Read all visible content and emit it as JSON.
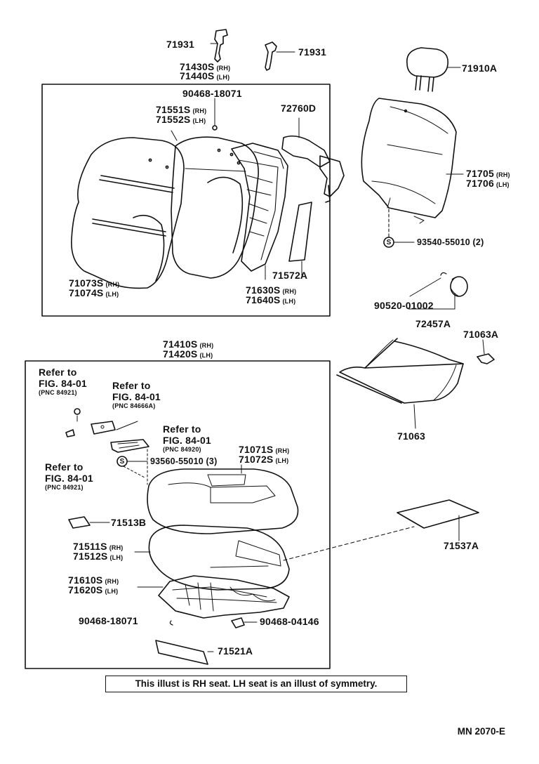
{
  "parts": {
    "p71931_a": "71931",
    "p71931_b": "71931",
    "p71430": {
      "num": "71430S",
      "side": "(RH)"
    },
    "p71440": {
      "num": "71440S",
      "side": "(LH)"
    },
    "p71910a": "71910A",
    "p90468_top": "90468-18071",
    "p71551": {
      "num": "71551S",
      "side": "(RH)"
    },
    "p71552": {
      "num": "71552S",
      "side": "(LH)"
    },
    "p72760d": "72760D",
    "p71705": {
      "num": "71705",
      "side": "(RH)"
    },
    "p71706": {
      "num": "71706",
      "side": "(LH)"
    },
    "p93540": "93540-55010 (2)",
    "p71572a": "71572A",
    "p71073": {
      "num": "71073S",
      "side": "(RH)"
    },
    "p71074": {
      "num": "71074S",
      "side": "(LH)"
    },
    "p71630": {
      "num": "71630S",
      "side": "(RH)"
    },
    "p71640": {
      "num": "71640S",
      "side": "(LH)"
    },
    "p90520": "90520-01002",
    "p72457a": "72457A",
    "p71063a": "71063A",
    "p71410": {
      "num": "71410S",
      "side": "(RH)"
    },
    "p71420": {
      "num": "71420S",
      "side": "(LH)"
    },
    "p71063": "71063",
    "p71071": {
      "num": "71071S",
      "side": "(RH)"
    },
    "p71072": {
      "num": "71072S",
      "side": "(LH)"
    },
    "p93560": "93560-55010 (3)",
    "p71513b": "71513B",
    "p71511": {
      "num": "71511S",
      "side": "(RH)"
    },
    "p71512": {
      "num": "71512S",
      "side": "(LH)"
    },
    "p71537a": "71537A",
    "p71610": {
      "num": "71610S",
      "side": "(RH)"
    },
    "p71620": {
      "num": "71620S",
      "side": "(LH)"
    },
    "p90468_bot": "90468-18071",
    "p90468_04146": "90468-04146",
    "p71521a": "71521A"
  },
  "refs": {
    "r1": {
      "line1": "Refer to",
      "line2": "FIG. 84-01",
      "pnc": "(PNC 84921)"
    },
    "r2": {
      "line1": "Refer to",
      "line2": "FIG. 84-01",
      "pnc": "(PNC 84666A)"
    },
    "r3": {
      "line1": "Refer to",
      "line2": "FIG. 84-01",
      "pnc": "(PNC 84920)"
    },
    "r4": {
      "line1": "Refer to",
      "line2": "FIG. 84-01",
      "pnc": "(PNC 84921)"
    }
  },
  "footer": {
    "note": "This illust is RH seat. LH seat is an illust of symmetry.",
    "code": "MN  2070-E"
  },
  "icons": {
    "screw_symbol": "S"
  }
}
